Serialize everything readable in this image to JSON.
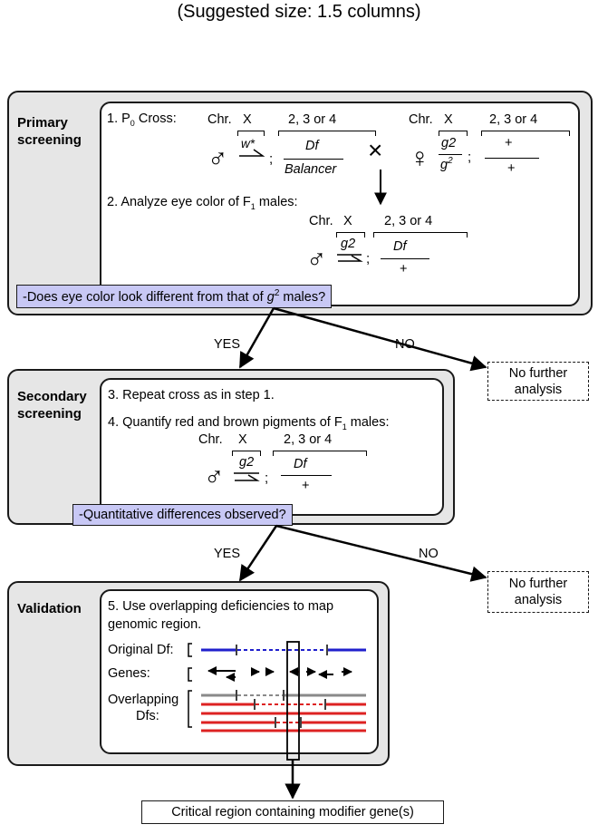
{
  "size_note": "(Suggested size: 1.5 columns)",
  "primary": {
    "label": "Primary\nscreening",
    "step1_label_a": "1. P",
    "step1_label_sub": "0",
    "step1_label_b": " Cross:",
    "step2_label_a": "2. Analyze eye color of F",
    "step2_label_sub": "1",
    "step2_label_b": " males:",
    "question_a": "-Does eye color look different from that of ",
    "question_g": "g",
    "question_sup": "2",
    "question_b": " males?"
  },
  "secondary": {
    "label": "Secondary\nscreening",
    "step3": "3. Repeat cross as in step 1.",
    "step4_a": "4. Quantify red and brown pigments of F",
    "step4_sub": "1",
    "step4_b": " males:",
    "question": "-Quantitative differences observed?"
  },
  "validation": {
    "label": "Validation",
    "step5_line1": "5. Use overlapping deficiencies to map",
    "step5_line2": "genomic region.",
    "row_original": "Original Df:",
    "row_genes": "Genes:",
    "row_overlap_1": "Overlapping",
    "row_overlap_2": "Dfs:"
  },
  "genotype": {
    "chr": "Chr.",
    "x": "X",
    "autosome": "2, 3 or 4",
    "male_x": "w*",
    "df": "Df",
    "balancer": "Balancer",
    "g2": "g2",
    "g": "g",
    "sup2": "2",
    "plus": "+",
    "semicolon": ";",
    "cross": "×",
    "male_symbol": "♂",
    "female_symbol": "♀"
  },
  "flow": {
    "yes": "YES",
    "no": "NO",
    "no_further": "No further\nanalysis",
    "critical_region": "Critical region containing modifier gene(s)"
  },
  "colors": {
    "panel_bg": "#e6e6e6",
    "question_bg": "#c8c8f5",
    "original_df": "#1f1fcc",
    "overlap_df": "#dd2222",
    "gray_df": "#8a8a8a",
    "gene_highlight": "#dd1111"
  }
}
